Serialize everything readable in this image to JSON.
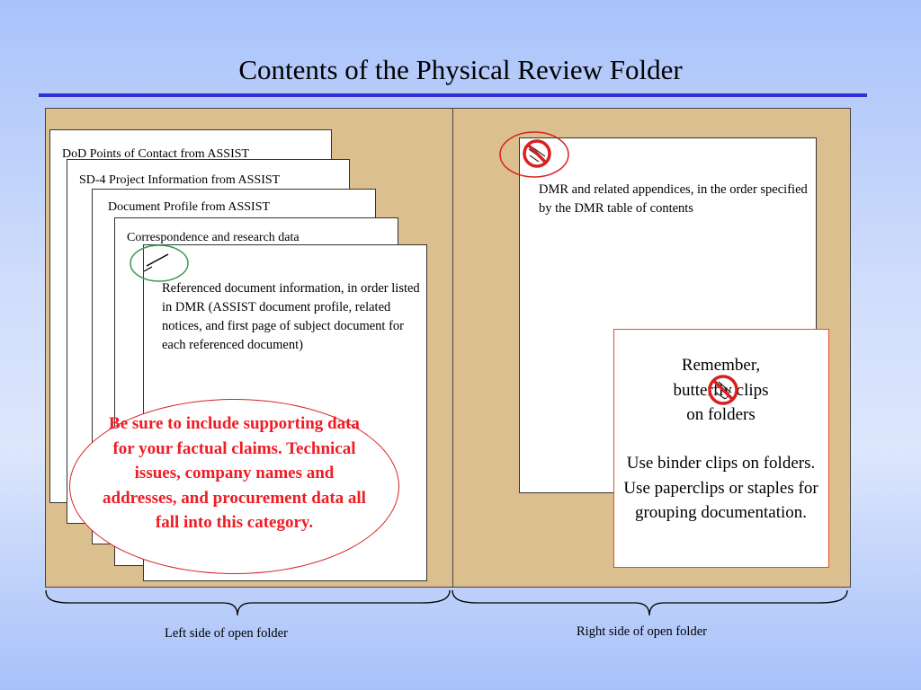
{
  "title": "Contents of the Physical Review Folder",
  "left_folder": {
    "pages": [
      "DoD Points of Contact from ASSIST",
      "SD-4 Project Information from ASSIST",
      "Document Profile from ASSIST",
      "Correspondence and research data"
    ],
    "referenced_doc": "Referenced document information, in order listed in DMR (ASSIST document profile, related notices, and first page of subject document for each referenced document)",
    "callout": "Be sure to include supporting data for your factual claims.  Technical issues, company names and addresses, and procurement data all fall into this category."
  },
  "right_folder": {
    "dmr_text": "DMR and related appendices, in the order specified by the DMR table of contents",
    "note_line1": "Remember,",
    "note_line2": "butterfly clips",
    "note_line3": "on folders",
    "note_body": "Use binder clips on folders.  Use paperclips or staples for grouping documentation."
  },
  "labels": {
    "left": "Left side of open folder",
    "right": "Right side of open folder"
  },
  "icons": {
    "allowed": "slash-mark-icon",
    "prohibited": "no-symbol-icon"
  },
  "colors": {
    "rule": "#2f2fd2",
    "folder": "#dcbf8f",
    "callout_text": "#ee1c24",
    "green_circle": "#3a9a5a",
    "red_circle": "#d82020"
  }
}
